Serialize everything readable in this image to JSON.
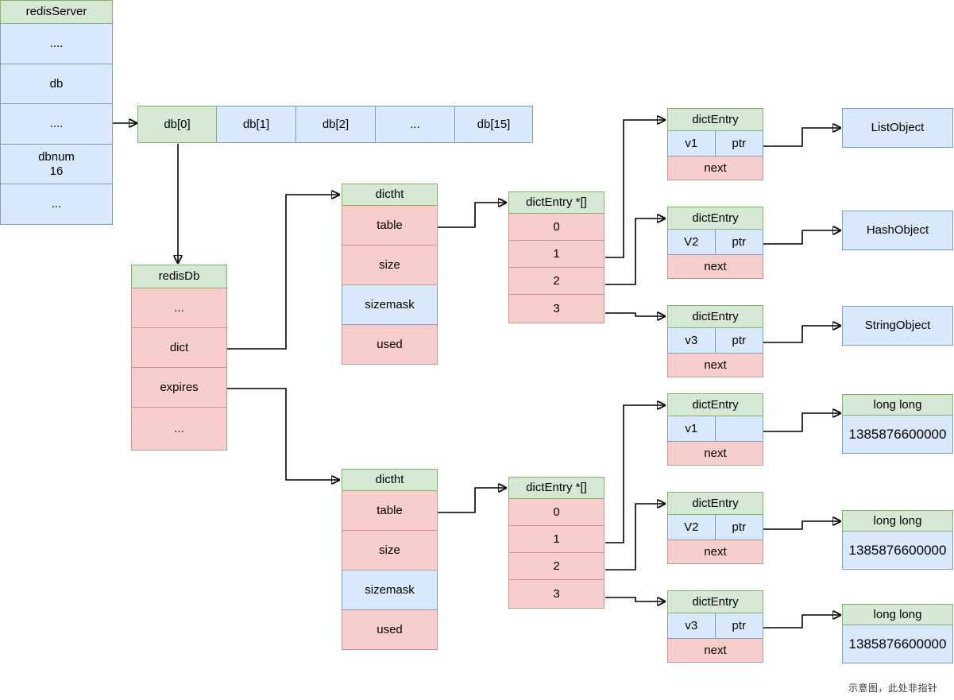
{
  "diagram": {
    "title": "Redis redisServer / redisDb / dict structure diagram",
    "footnote": "示意图，此处非指针",
    "colors": {
      "green_header": "#d5e8d4",
      "green_border": "#82b366",
      "blue_field": "#dae8fc",
      "blue_border": "#7a9ec2",
      "pink_field": "#f8cecc",
      "pink_border": "#c9938f",
      "connector": "#000000"
    }
  },
  "redis_server": {
    "header": "redisServer",
    "fields": [
      "....",
      "db",
      "....",
      "dbnum\n16",
      "..."
    ]
  },
  "db_array": {
    "cells": [
      "db[0]",
      "db[1]",
      "db[2]",
      "...",
      "db[15]"
    ]
  },
  "redis_db": {
    "header": "redisDb",
    "fields": [
      "...",
      "dict",
      "expires",
      "..."
    ]
  },
  "dictht_main": {
    "header": "dictht",
    "fields": [
      "table",
      "size",
      "sizemask",
      "used"
    ]
  },
  "dictht_expires": {
    "header": "dictht",
    "fields": [
      "table",
      "size",
      "sizemask",
      "used"
    ]
  },
  "bucket_array_main": {
    "header": "dictEntry *[]",
    "slots": [
      "0",
      "1",
      "2",
      "3"
    ]
  },
  "bucket_array_expires": {
    "header": "dictEntry *[]",
    "slots": [
      "0",
      "1",
      "2",
      "3"
    ]
  },
  "entries_main": [
    {
      "header": "dictEntry",
      "key": "v1",
      "ptr": "ptr",
      "next": "next"
    },
    {
      "header": "dictEntry",
      "key": "V2",
      "ptr": "ptr",
      "next": "next"
    },
    {
      "header": "dictEntry",
      "key": "v3",
      "ptr": "ptr",
      "next": "next"
    }
  ],
  "entries_expires": [
    {
      "header": "dictEntry",
      "key": "v1",
      "ptr": "",
      "next": "next"
    },
    {
      "header": "dictEntry",
      "key": "V2",
      "ptr": "ptr",
      "next": "next"
    },
    {
      "header": "dictEntry",
      "key": "v3",
      "ptr": "ptr",
      "next": "next"
    }
  ],
  "objects_main": [
    {
      "label": "ListObject"
    },
    {
      "label": "HashObject"
    },
    {
      "label": "StringObject"
    }
  ],
  "objects_expires": [
    {
      "header": "long long",
      "value": "1385876600000"
    },
    {
      "header": "long long",
      "value": "1385876600000"
    },
    {
      "header": "long long",
      "value": "1385876600000"
    }
  ]
}
